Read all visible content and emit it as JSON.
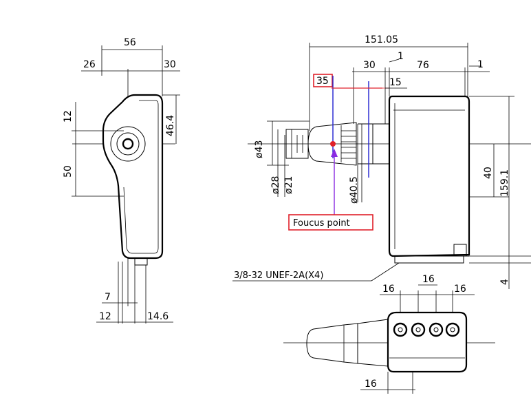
{
  "dimensions": {
    "overall_width": "56",
    "left_offset": "26",
    "right_offset": "30",
    "top_offset": "12",
    "height_46": "46.4",
    "lower_50": "50",
    "bottom_7": "7",
    "bottom_12": "12",
    "bottom_14": "14.6",
    "total_length": "151.05",
    "seg_30": "30",
    "seg_1a": "1",
    "seg_76": "76",
    "seg_1b": "1",
    "focus_35": "35",
    "seg_15": "15",
    "dia_43": "ø43",
    "dia_28": "ø28",
    "dia_21": "ø21",
    "dia_40": "ø40.5",
    "height_40": "40",
    "height_159": "159.1",
    "seg_4": "4",
    "pitch_16a": "16",
    "pitch_16b": "16",
    "pitch_16c": "16",
    "bottom_16": "16"
  },
  "labels": {
    "focus_point": "Foucus point",
    "thread_note": "3/8-32 UNEF-2A(X4)"
  },
  "colors": {
    "focus_marker": "#e0202a",
    "focus_line": "#2020d0",
    "focus_arrow": "#8a2be2",
    "highlight_box": "#e0202a"
  }
}
